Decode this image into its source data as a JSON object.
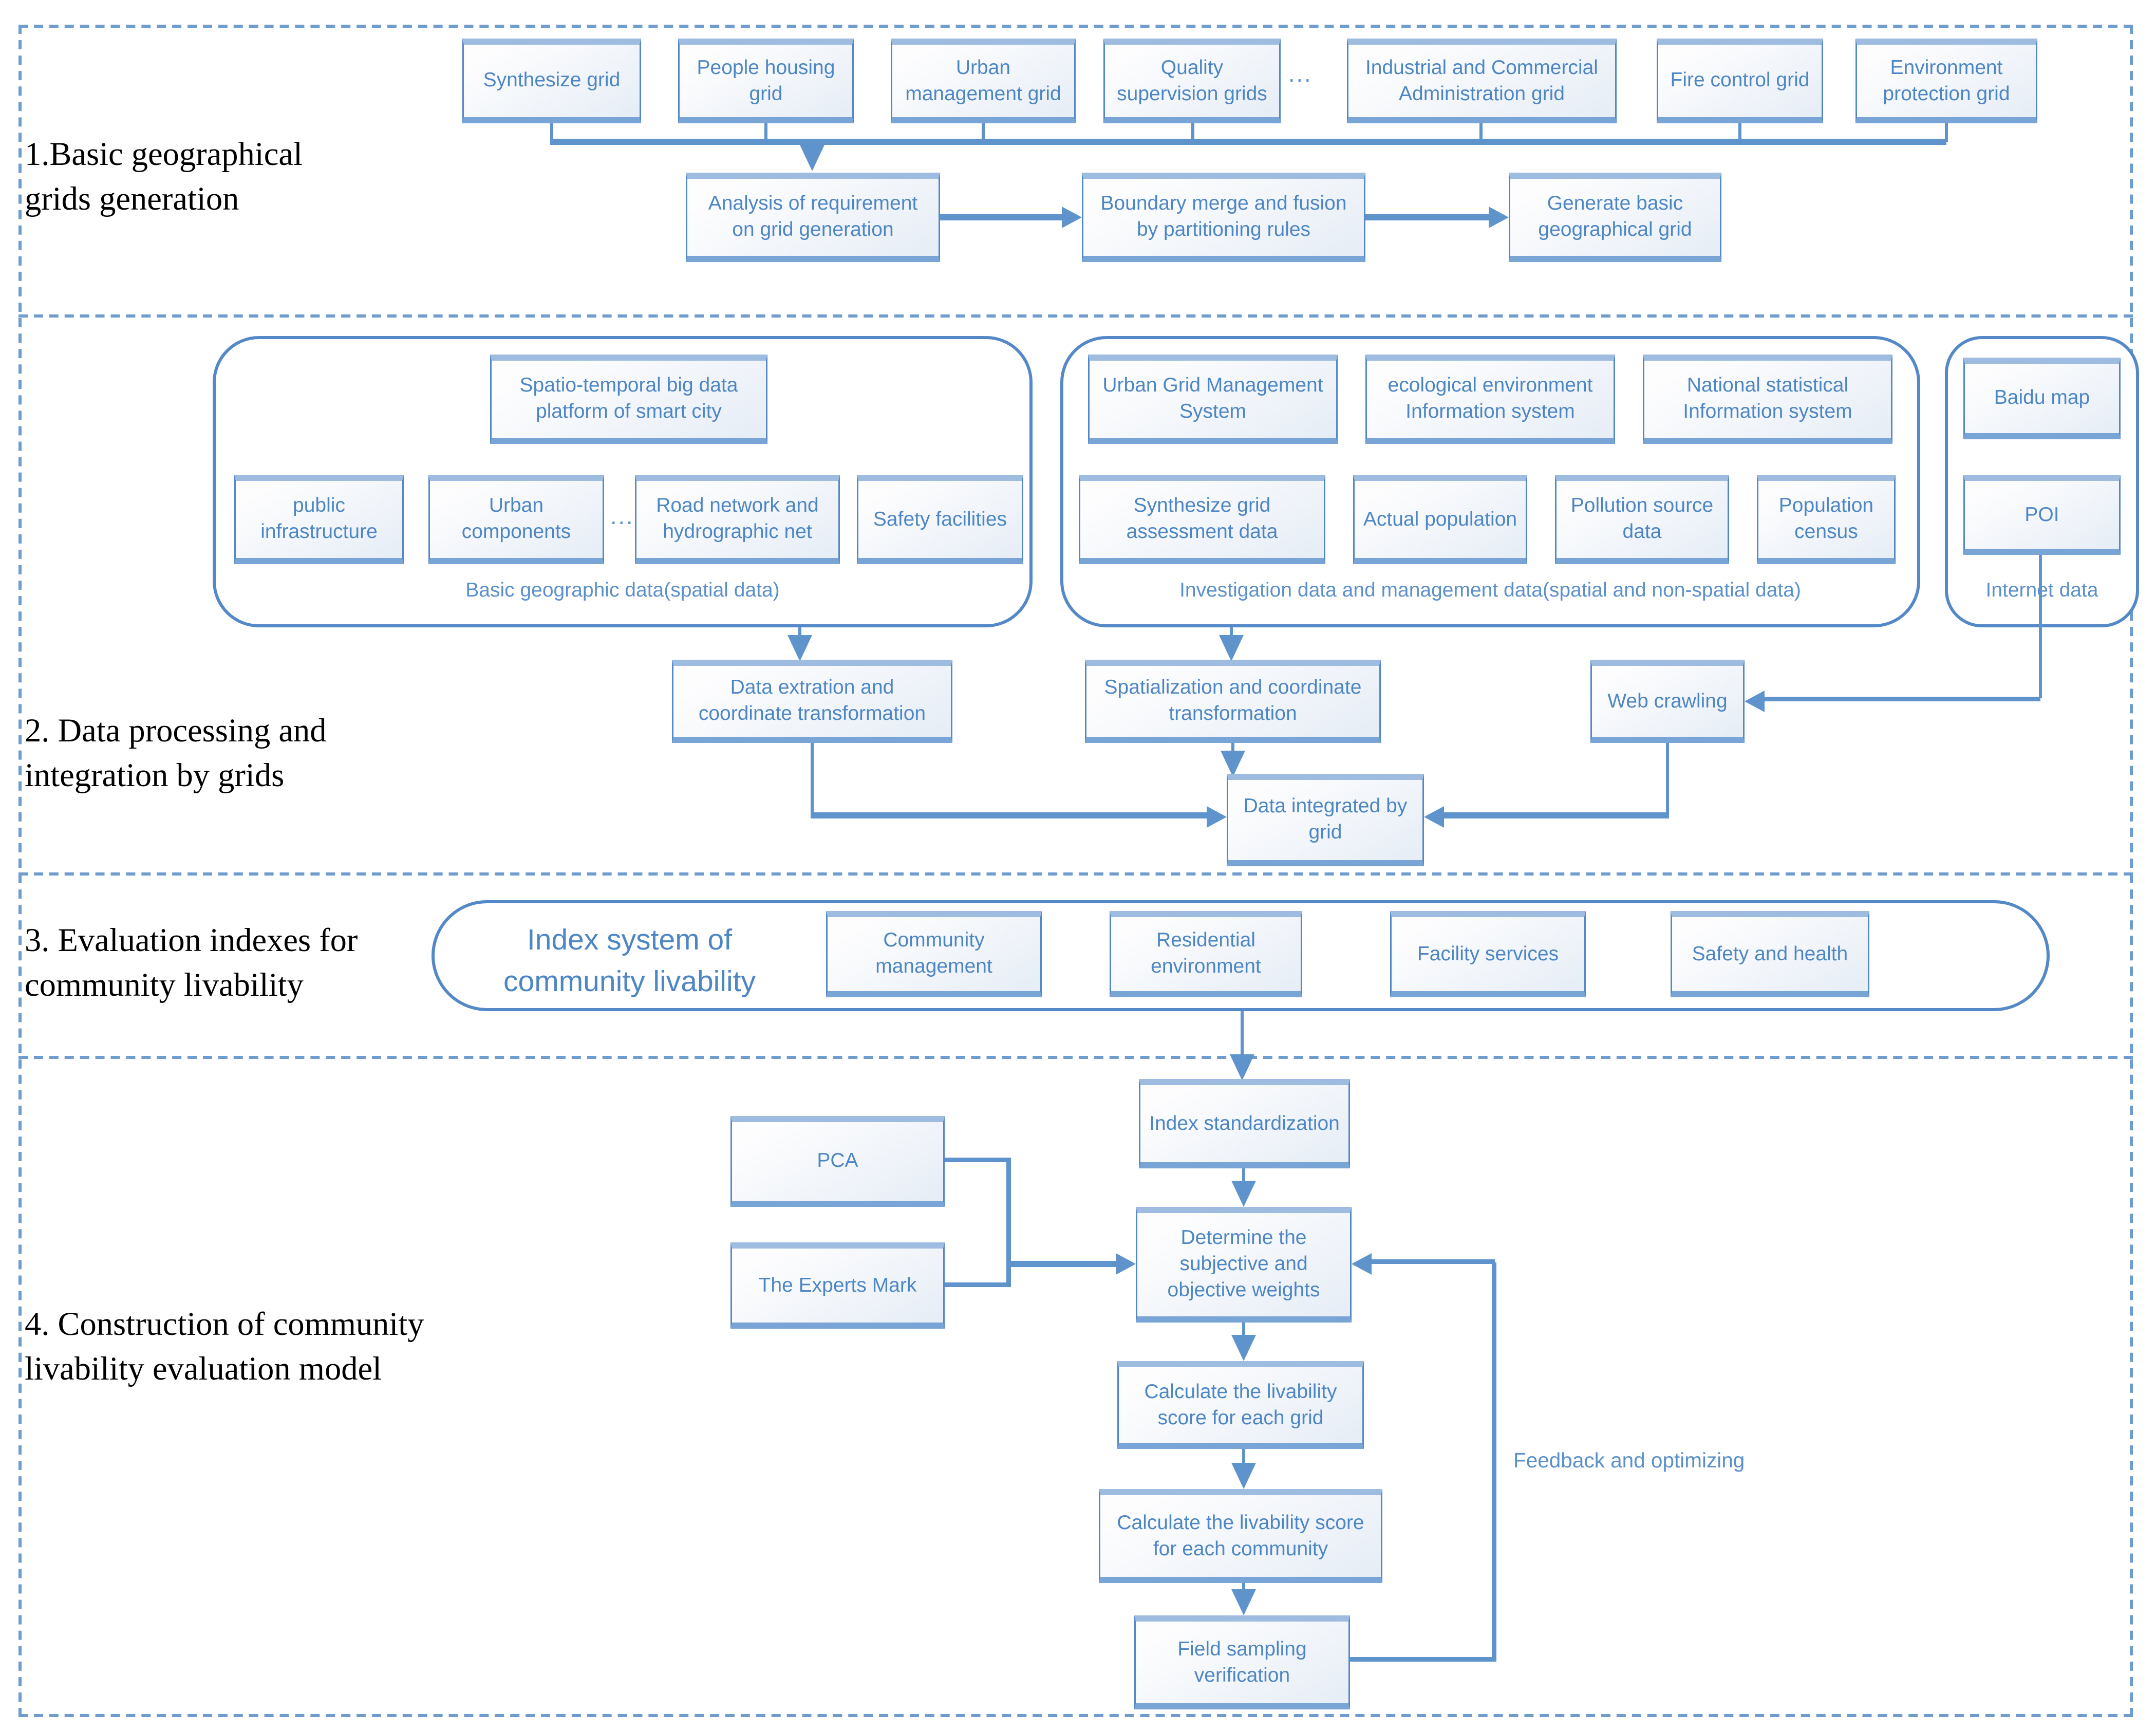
{
  "colors": {
    "accent": "#5488c7",
    "line": "#5e93cc",
    "box_text": "#4d86c4",
    "caption_text": "#5b90cb",
    "section_label_text": "#000000"
  },
  "section1": {
    "label": "1.Basic geographical\ngrids generation",
    "grids": [
      "Synthesize grid",
      "People housing grid",
      "Urban management grid",
      "Quality supervision grids",
      "Industrial and Commercial Administration grid",
      "Fire control grid",
      "Environment protection grid"
    ],
    "ellipsis": "...",
    "steps": [
      "Analysis of requirement on grid generation",
      "Boundary merge and fusion by partitioning rules",
      "Generate basic geographical grid"
    ]
  },
  "section2": {
    "label": "2. Data  processing and\nintegration by grids",
    "basic_group": {
      "platform": "Spatio-temporal big data platform of smart city",
      "items": [
        "public infrastructure",
        "Urban components",
        "Road network and hydrographic net",
        "Safety facilities"
      ],
      "ellipsis": "...",
      "caption": "Basic geographic data(spatial data)"
    },
    "investigation_group": {
      "systems": [
        "Urban Grid Management System",
        "ecological environment Information system",
        "National statistical Information system"
      ],
      "datasets": [
        "Synthesize grid assessment data",
        "Actual population",
        "Pollution source data",
        "Population census"
      ],
      "caption": "Investigation data and management data(spatial and non-spatial data)"
    },
    "internet_group": {
      "items": [
        "Baidu map",
        "POI"
      ],
      "caption": "Internet data"
    },
    "process": [
      "Data extration and coordinate transformation",
      "Spatialization and coordinate transformation",
      "Web crawling",
      "Data integrated by grid"
    ]
  },
  "section3": {
    "label": "3. Evaluation indexes for\ncommunity livability",
    "title": "Index system of\ncommunity livability",
    "indexes": [
      "Community management",
      "Residential environment",
      "Facility services",
      "Safety and health"
    ]
  },
  "section4": {
    "label": "4. Construction of community\nlivability evaluation model",
    "index_standardization": "Index standardization",
    "pca": "PCA",
    "experts_mark": "The Experts Mark",
    "determine": "Determine the\nsubjective and\nobjective weights",
    "calc_grid": "Calculate the livability\nscore for each grid",
    "calc_community": "Calculate the livability score\nfor each community",
    "field_sampling": "Field sampling\nverification",
    "feedback": "Feedback and optimizing"
  }
}
